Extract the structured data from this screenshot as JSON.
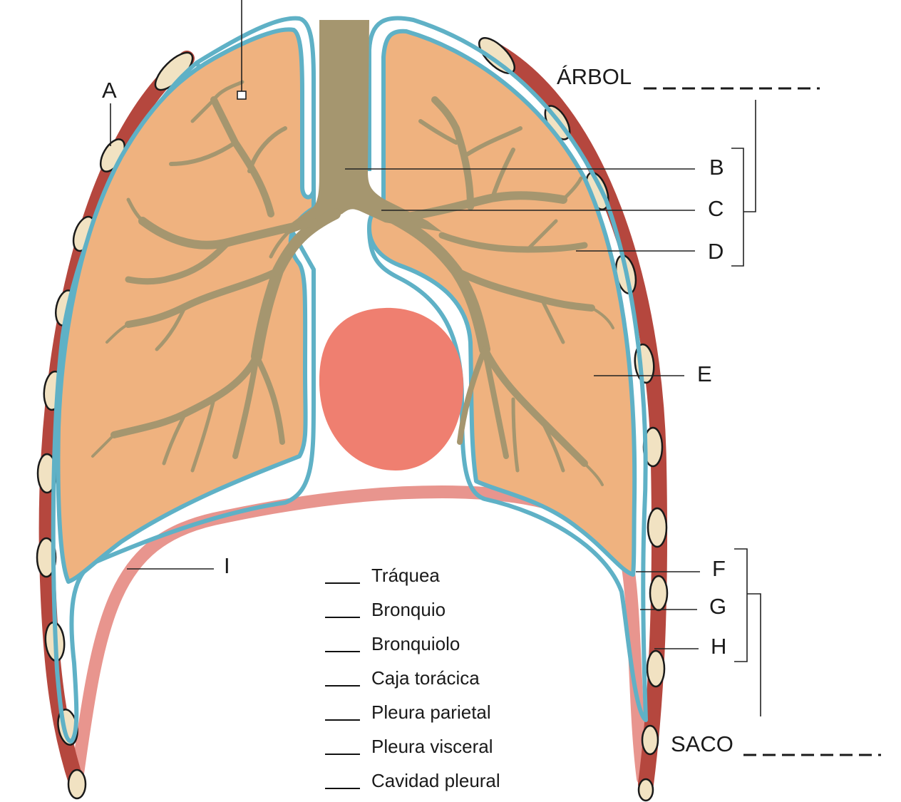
{
  "labels": {
    "a": "A",
    "b": "B",
    "c": "C",
    "d": "D",
    "e": "E",
    "f": "F",
    "g": "G",
    "h": "H",
    "i": "I"
  },
  "groups": {
    "tree": "ÁRBOL",
    "sac": "SACO"
  },
  "terms": [
    "Tráquea",
    "Bronquio",
    "Bronquiolo",
    "Caja torácica",
    "Pleura parietal",
    "Pleura visceral",
    "Cavidad pleural"
  ],
  "colors": {
    "lung": "#efb27f",
    "airway": "#a5966f",
    "pleura": "#5fb1c6",
    "heart": "#ef7f70",
    "diaphragm": "#e8958e",
    "muscle": "#b5473e",
    "rib": "#f1e2c2"
  }
}
